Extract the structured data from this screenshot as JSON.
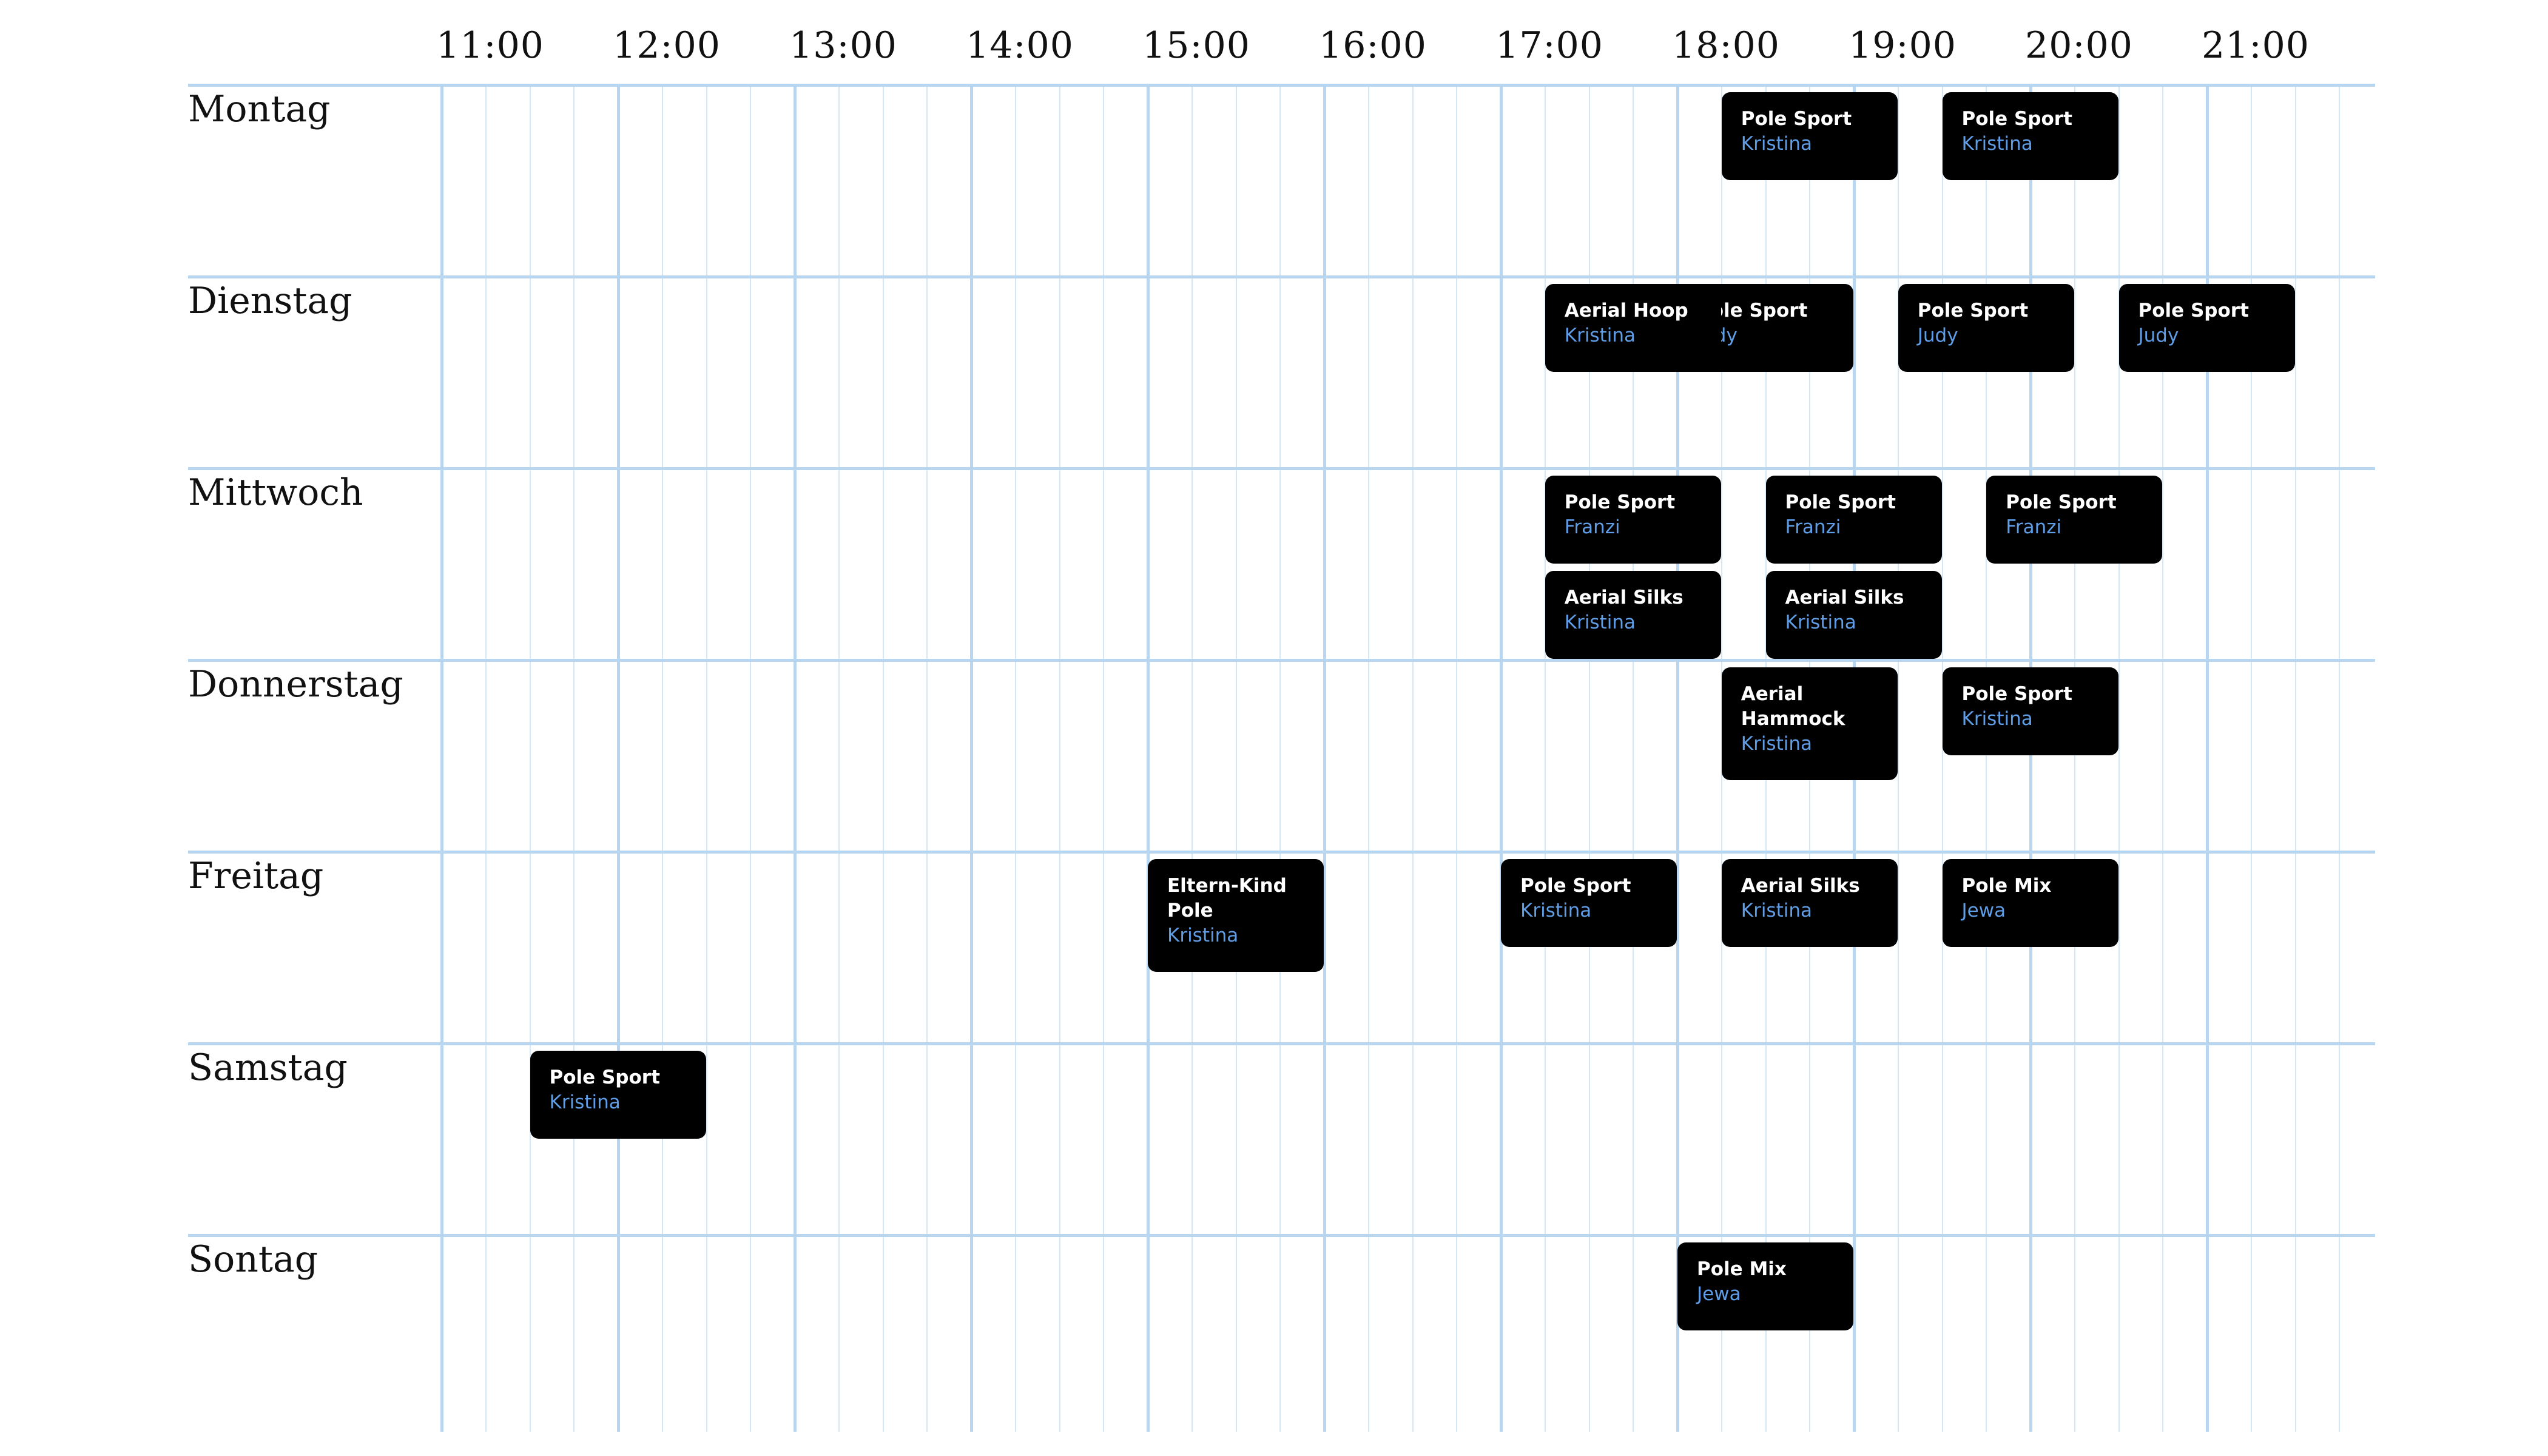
{
  "time_labels": [
    "11:00",
    "12:00",
    "13:00",
    "14:00",
    "15:00",
    "16:00",
    "17:00",
    "18:00",
    "19:00",
    "20:00",
    "21:00"
  ],
  "days": [
    "Montag",
    "Dienstag",
    "Mittwoch",
    "Donnerstag",
    "Freitag",
    "Samstag",
    "Sontag"
  ],
  "events": [
    {
      "day": 0,
      "start": "18:15",
      "title": "Pole Sport",
      "teacher": "Kristina"
    },
    {
      "day": 0,
      "start": "19:30",
      "title": "Pole Sport",
      "teacher": "Kristina"
    },
    {
      "day": 1,
      "start": "18:00",
      "title": "Pole Sport",
      "teacher": "Judy"
    },
    {
      "day": 1,
      "start": "19:15",
      "title": "Pole Sport",
      "teacher": "Judy"
    },
    {
      "day": 1,
      "start": "20:30",
      "title": "Pole Sport",
      "teacher": "Judy"
    },
    {
      "day": 1,
      "start": "17:15",
      "title": "Aerial Hoop",
      "teacher": "Kristina"
    },
    {
      "day": 2,
      "start": "17:15",
      "title": "Pole Sport",
      "teacher": "Franzi"
    },
    {
      "day": 2,
      "start": "18:30",
      "title": "Pole Sport",
      "teacher": "Franzi"
    },
    {
      "day": 2,
      "start": "19:45",
      "title": "Pole Sport",
      "teacher": "Franzi"
    },
    {
      "day": 2,
      "start": "17:15",
      "title": "Aerial Silks",
      "teacher": "Kristina"
    },
    {
      "day": 2,
      "start": "18:30",
      "title": "Aerial Silks",
      "teacher": "Kristina"
    },
    {
      "day": 3,
      "start": "18:15",
      "title": "Aerial Hammock",
      "teacher": "Kristina"
    },
    {
      "day": 3,
      "start": "19:30",
      "title": "Pole Sport",
      "teacher": "Kristina"
    },
    {
      "day": 4,
      "start": "15:00",
      "title": "Eltern-Kind Pole",
      "teacher": "Kristina"
    },
    {
      "day": 4,
      "start": "17:00",
      "title": "Pole Sport",
      "teacher": "Kristina"
    },
    {
      "day": 4,
      "start": "18:15",
      "title": "Aerial Silks",
      "teacher": "Kristina"
    },
    {
      "day": 4,
      "start": "19:30",
      "title": "Pole Mix",
      "teacher": "Jewa"
    },
    {
      "day": 5,
      "start": "11:30",
      "title": "Pole Sport",
      "teacher": "Kristina"
    },
    {
      "day": 6,
      "start": "18:00",
      "title": "Pole Mix",
      "teacher": "Jewa"
    }
  ],
  "colors": {
    "event_background": "#000000",
    "event_title": "#ffffff",
    "event_teacher": "#5f9ee6",
    "grid_major": "#b9d6f0",
    "grid_minor": "#d4e7f7"
  }
}
